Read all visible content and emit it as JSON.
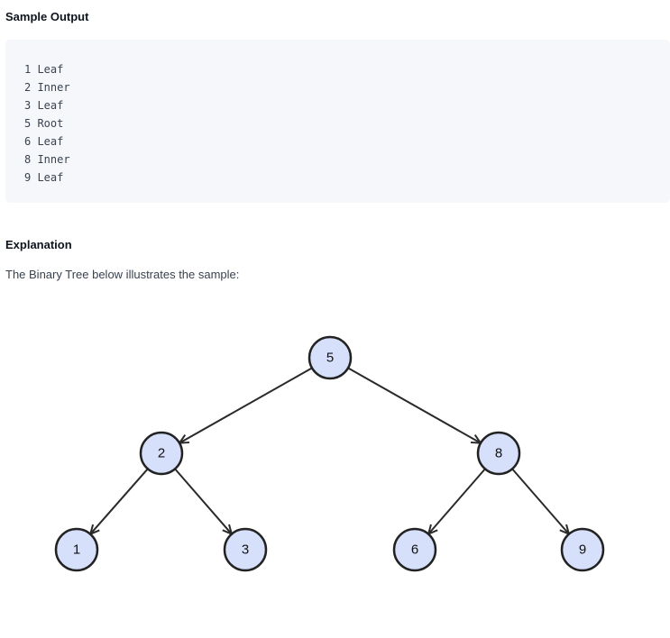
{
  "sample_output": {
    "title": "Sample Output",
    "lines": [
      "1 Leaf",
      "2 Inner",
      "3 Leaf",
      "5 Root",
      "6 Leaf",
      "8 Inner",
      "9 Leaf"
    ]
  },
  "explanation": {
    "title": "Explanation",
    "text": "The Binary Tree below illustrates the sample:"
  },
  "tree": {
    "node_fill": "#d6e0fb",
    "node_stroke": "#222222",
    "edge_color": "#2a2a2a",
    "nodes": [
      {
        "id": "5",
        "label": "5"
      },
      {
        "id": "2",
        "label": "2"
      },
      {
        "id": "8",
        "label": "8"
      },
      {
        "id": "1",
        "label": "1"
      },
      {
        "id": "3",
        "label": "3"
      },
      {
        "id": "6",
        "label": "6"
      },
      {
        "id": "9",
        "label": "9"
      }
    ],
    "edges": [
      {
        "from": "5",
        "to": "2"
      },
      {
        "from": "5",
        "to": "8"
      },
      {
        "from": "2",
        "to": "1"
      },
      {
        "from": "2",
        "to": "3"
      },
      {
        "from": "8",
        "to": "6"
      },
      {
        "from": "8",
        "to": "9"
      }
    ]
  }
}
